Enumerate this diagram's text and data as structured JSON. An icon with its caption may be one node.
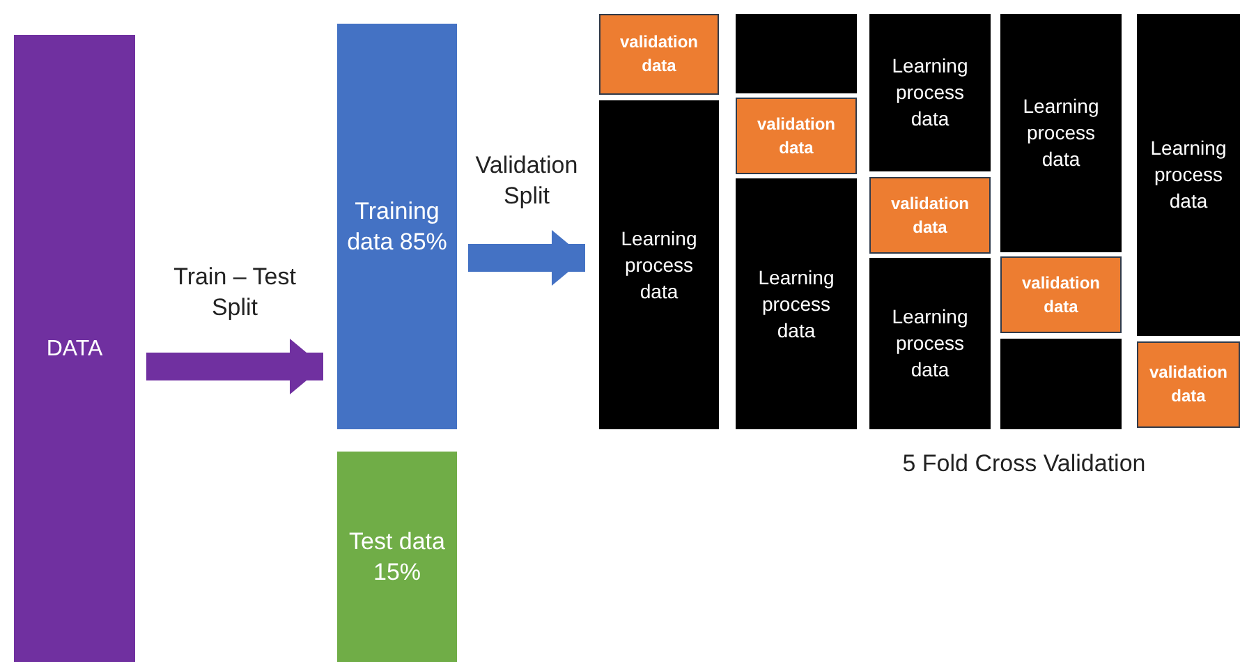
{
  "diagram": {
    "nodes": [
      {
        "text": [
          "DATA"
        ]
      },
      {
        "text": [
          "Training data 85%"
        ]
      },
      {
        "text": [
          "Test data 15%"
        ]
      },
      {
        "text": [
          "validation data"
        ]
      },
      {
        "text": [
          "Learning process data"
        ]
      },
      {
        "text": [],
        "shape": "box"
      },
      {
        "text": [
          "validation data"
        ]
      },
      {
        "text": [
          "Learning process data"
        ]
      },
      {
        "text": [
          "Learning process data"
        ]
      },
      {
        "text": [
          "validation data"
        ]
      },
      {
        "text": [
          "Learning process data"
        ]
      },
      {
        "text": [
          "Learning process data"
        ]
      },
      {
        "text": [
          "validation data"
        ]
      },
      {
        "text": [],
        "shape": "box"
      },
      {
        "text": [
          "Learning process data"
        ]
      },
      {
        "text": [
          "validation data"
        ]
      }
    ],
    "edges": [
      {
        "from": 0,
        "to": 1,
        "arrow": "to",
        "label": "Train – Test Split",
        "color": "#7030a0"
      },
      {
        "from": 1,
        "to": 4,
        "arrow": "to",
        "label": "Validation Split",
        "color": "#4472c4"
      }
    ],
    "labels": [
      "5 Fold Cross Validation"
    ]
  }
}
